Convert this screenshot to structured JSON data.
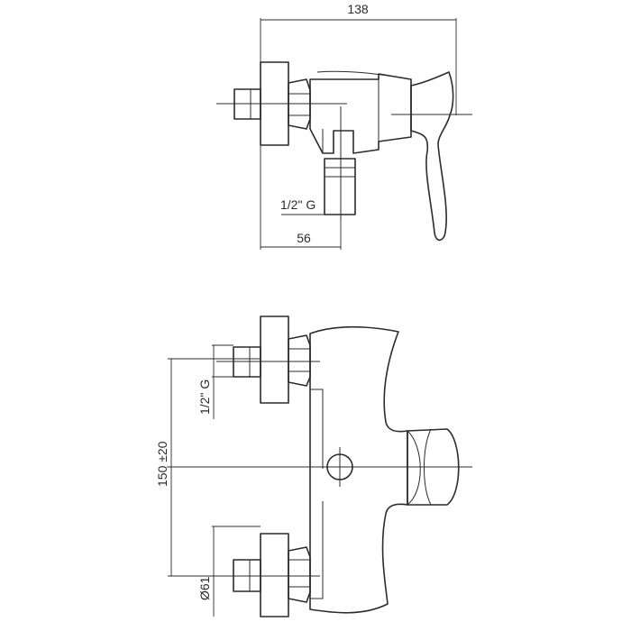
{
  "dimensions": {
    "overall_width": "138",
    "connection_offset": "56",
    "thread_side": "1/2\" G",
    "thread_front": "1/2\" G",
    "center_distance": "150 ±20",
    "flange_diameter": "Ø61"
  }
}
